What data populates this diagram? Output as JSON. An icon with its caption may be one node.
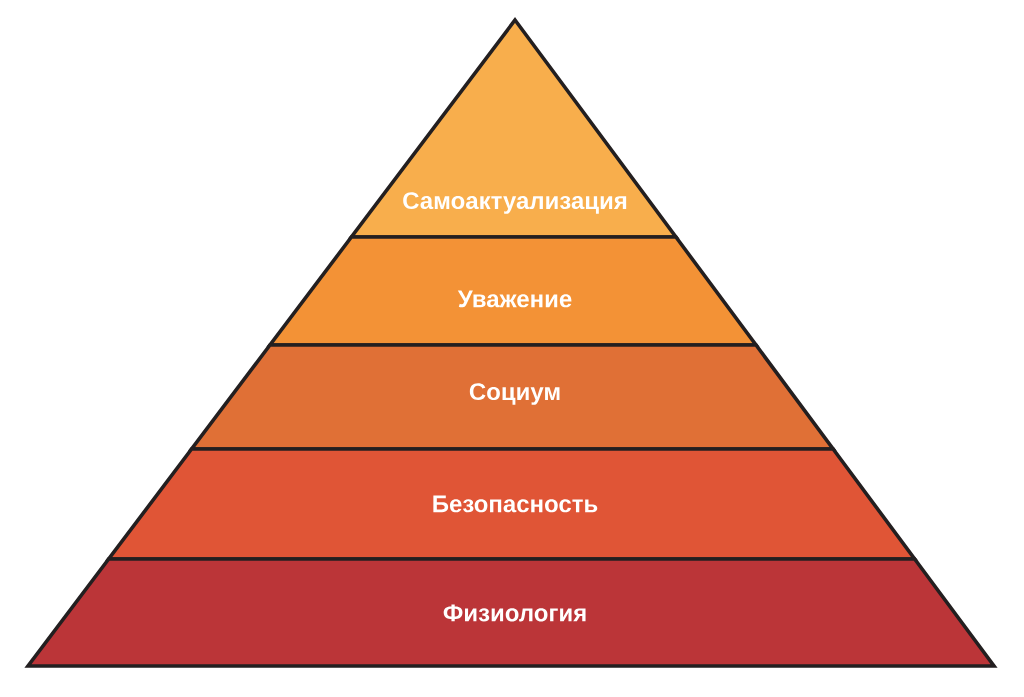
{
  "diagram": {
    "nodes": [
      {
        "text": [
          "Самоактуализация"
        ]
      },
      {
        "text": [
          "Уважение"
        ]
      },
      {
        "text": [
          "Социум"
        ]
      },
      {
        "text": [
          "Безопасность"
        ]
      },
      {
        "text": [
          "Физиология"
        ]
      }
    ]
  }
}
